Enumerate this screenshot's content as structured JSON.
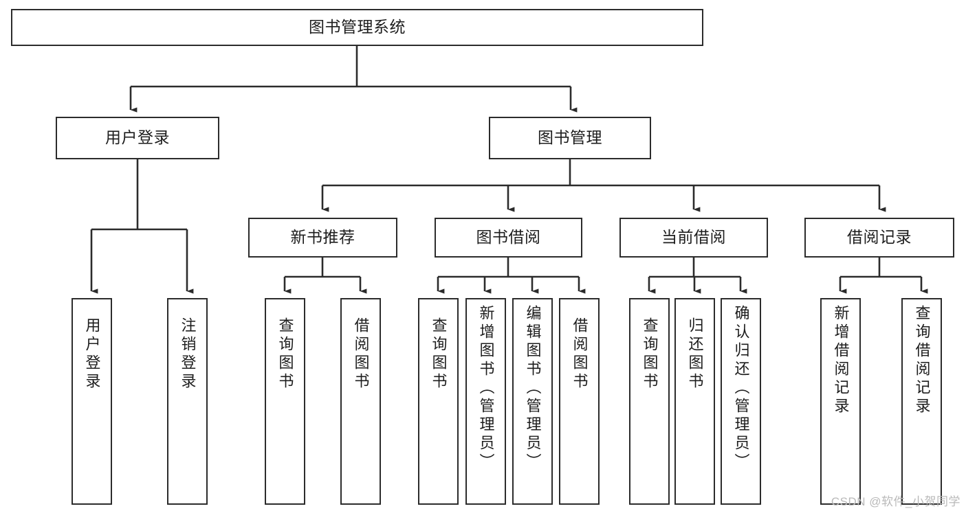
{
  "diagram": {
    "title": "图书管理系统",
    "type": "tree",
    "watermark": "CSDN @软件_小贺同学",
    "colors": {
      "stroke": "#2b2b2b",
      "box_fill": "#ffffff",
      "text": "#1d1d1d",
      "watermark": "#b9b9b9",
      "background": "#ffffff"
    },
    "root": {
      "label": "图书管理系统"
    },
    "level2": [
      {
        "label": "用户登录"
      },
      {
        "label": "图书管理"
      }
    ],
    "level3": [
      {
        "label": "新书推荐"
      },
      {
        "label": "图书借阅"
      },
      {
        "label": "当前借阅"
      },
      {
        "label": "借阅记录"
      }
    ],
    "leaves": {
      "user_login": [
        {
          "label": "用户登录"
        },
        {
          "label": "注销登录"
        }
      ],
      "new_book_recommend": [
        {
          "label": "查询图书"
        },
        {
          "label": "借阅图书"
        }
      ],
      "book_borrow": [
        {
          "label": "查询图书"
        },
        {
          "label": "新增图书（管理员）"
        },
        {
          "label": "编辑图书（管理员）"
        },
        {
          "label": "借阅图书"
        }
      ],
      "current_borrow": [
        {
          "label": "查询图书"
        },
        {
          "label": "归还图书"
        },
        {
          "label": "确认归还（管理员）"
        }
      ],
      "borrow_record": [
        {
          "label": "新增借阅记录"
        },
        {
          "label": "查询借阅记录"
        }
      ]
    }
  }
}
